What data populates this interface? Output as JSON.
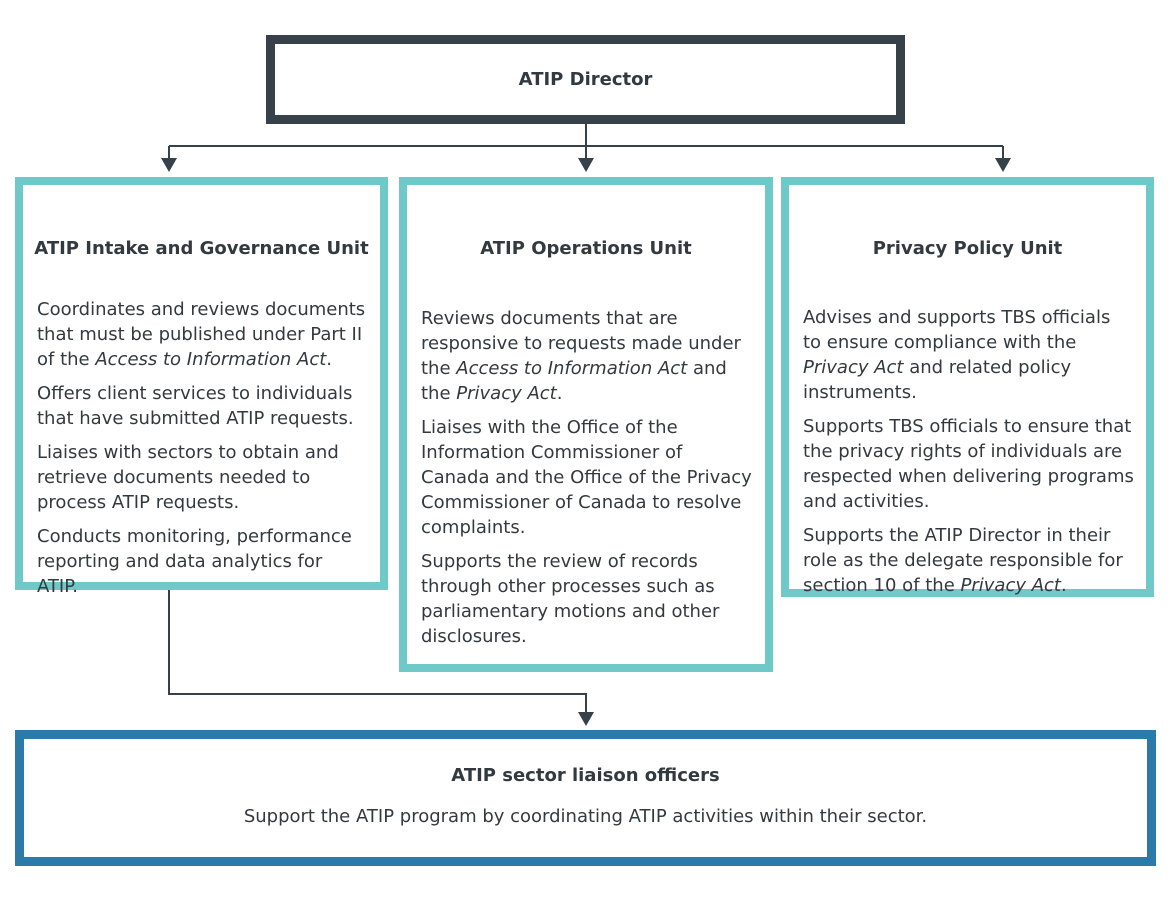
{
  "director": {
    "title": "ATIP Director"
  },
  "units": [
    {
      "title": "ATIP Intake and Governance Unit",
      "paragraphs": [
        [
          "Coordinates and reviews documents that must be published under Part II of the ",
          {
            "i": "Access to Information Act"
          },
          "."
        ],
        [
          "Offers client services to individuals that have submitted ATIP requests."
        ],
        [
          "Liaises with sectors to obtain and retrieve documents needed to process ATIP requests."
        ],
        [
          "Conducts monitoring, performance reporting and data analytics for ATIP."
        ]
      ]
    },
    {
      "title": "ATIP Operations Unit",
      "paragraphs": [
        [
          "Reviews documents that are responsive to requests made under the ",
          {
            "i": "Access to Information Act"
          },
          " and the ",
          {
            "i": "Privacy Act"
          },
          "."
        ],
        [
          "Liaises with the Office of the Information Commissioner of Canada and the Office of the Privacy Commissioner of Canada to resolve complaints."
        ],
        [
          "Supports the review of records through other processes such as parliamentary motions and other disclosures."
        ]
      ]
    },
    {
      "title": "Privacy Policy Unit",
      "paragraphs": [
        [
          "Advises and supports TBS officials to ensure compliance with the ",
          {
            "i": "Privacy Act"
          },
          " and related policy instruments."
        ],
        [
          "Supports TBS officials to ensure that the privacy rights of individuals are respected when delivering programs and activities."
        ],
        [
          "Supports the ATIP Director in their role as the delegate responsible for section 10 of the ",
          {
            "i": "Privacy Act"
          },
          "."
        ]
      ]
    }
  ],
  "liaison": {
    "title": "ATIP sector liaison officers",
    "description": "Support the ATIP program by coordinating ATIP activities within their sector."
  },
  "colors": {
    "director_border": "#36414a",
    "unit_border": "#6ec9c8",
    "liaison_border": "#2b7aa8",
    "connector": "#36414a"
  }
}
